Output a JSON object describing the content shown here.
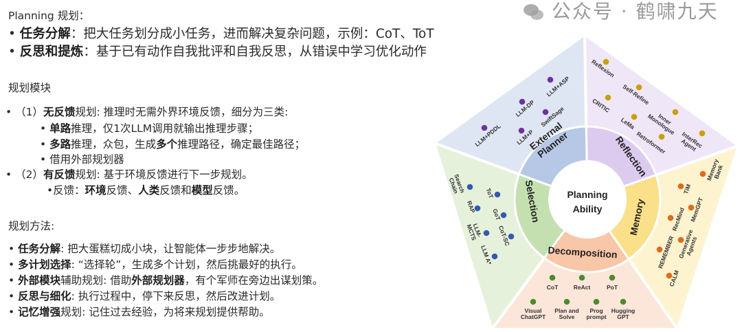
{
  "title": "Planning 规划：",
  "top_bullets": [
    [
      {
        "t": "任务分解",
        "b": true
      },
      {
        "t": "：把大任务划分成小任务，进而解决复杂问题，示例：CoT、ToT"
      }
    ],
    [
      {
        "t": "反思和提炼",
        "b": true
      },
      {
        "t": "：基于已有动作自我批评和自我反思，从错误中学习优化动作"
      }
    ]
  ],
  "modules_heading": "规划模块",
  "modules": [
    [
      {
        "t": "• （1）"
      },
      {
        "t": "无反馈",
        "b": true
      },
      {
        "t": "规划: 推理时无需外界环境反馈，细分为三类:"
      }
    ],
    [
      {
        "t": "•   "
      },
      {
        "t": "单路",
        "b": true
      },
      {
        "t": "推理，仅1次LLM调用就输出推理步骤；"
      }
    ],
    [
      {
        "t": "•   "
      },
      {
        "t": "多路",
        "b": true
      },
      {
        "t": "推理，众包，生成"
      },
      {
        "t": "多个",
        "b": true
      },
      {
        "t": "推理路径，确定最佳路径；"
      }
    ],
    [
      {
        "t": "•   借用外部规划器"
      }
    ],
    [
      {
        "t": "• （2）"
      },
      {
        "t": "有反馈",
        "b": true
      },
      {
        "t": "规划: 基于环境反馈进行下一步规划。"
      }
    ],
    [
      {
        "t": "•反馈："
      },
      {
        "t": "环境",
        "b": true
      },
      {
        "t": "反馈、"
      },
      {
        "t": "人类",
        "b": true
      },
      {
        "t": "反馈和"
      },
      {
        "t": "模型",
        "b": true
      },
      {
        "t": "反馈。"
      }
    ]
  ],
  "methods_heading": "规划方法:",
  "methods": [
    [
      {
        "t": "任务分解",
        "b": true
      },
      {
        "t": ": 把大蛋糕切成小块，让智能体一步步地解决。"
      }
    ],
    [
      {
        "t": "多计划选择",
        "b": true
      },
      {
        "t": ": “选择轮”，生成多个计划，然后挑最好的执行。"
      }
    ],
    [
      {
        "t": "外部模块",
        "b": true
      },
      {
        "t": "辅助规划: 借助"
      },
      {
        "t": "外部规划器",
        "b": true
      },
      {
        "t": "，有个军师在旁边出谋划策。"
      }
    ],
    [
      {
        "t": "反思与细化",
        "b": true
      },
      {
        "t": ": 执行过程中，停下来反思，然后改进计划。"
      }
    ],
    [
      {
        "t": "记忆增强",
        "b": true
      },
      {
        "t": "规划: 记住过去经验，为将来规划提供帮助。"
      }
    ]
  ],
  "diagram": {
    "center": [
      "Planning",
      "Ability"
    ],
    "categories": [
      {
        "name": "External Planner",
        "lines": [
          "External",
          "Planner"
        ],
        "outer": "#efe6f7",
        "ring": "#dccbef",
        "dot": "#7030a0",
        "items": [
          [
            "LLM+ASP"
          ],
          [
            "LLM-DP"
          ],
          [
            "SwiftSage"
          ],
          [
            "LLM+PDDL"
          ],
          [
            "LLM+P"
          ]
        ]
      },
      {
        "name": "Reflection",
        "lines": [
          "Reflection"
        ],
        "outer": "#fdf3cf",
        "ring": "#fbe08a",
        "dot": "#c9a000",
        "items": [
          [
            "Reflexion"
          ],
          [
            "Self-Refine"
          ],
          [
            "CRITIC"
          ],
          [
            "LeMa"
          ],
          [
            "Inner",
            "Monologue"
          ],
          [
            "Retroformer"
          ],
          [
            "InterRec",
            "Agent"
          ]
        ]
      },
      {
        "name": "Memory",
        "lines": [
          "Memory"
        ],
        "outer": "#fce6da",
        "ring": "#f8c7a8",
        "dot": "#e06a1a",
        "items": [
          [
            "Memory",
            "Bank"
          ],
          [
            "TiM"
          ],
          [
            "MemGPT"
          ],
          [
            "RecMind"
          ],
          [
            "Generative",
            "Agents"
          ],
          [
            "REMEMBER"
          ],
          [
            "CALM"
          ]
        ]
      },
      {
        "name": "Decomposition",
        "lines": [
          "Decomposition"
        ],
        "outer": "#e6f1dc",
        "ring": "#c5e0b0",
        "dot": "#4e8a2e",
        "items": [
          [
            "CoT"
          ],
          [
            "ReAct"
          ],
          [
            "PoT"
          ],
          [
            "Visual",
            "ChatGPT"
          ],
          [
            "Plan and",
            "Solve"
          ],
          [
            "Prog",
            "prompt"
          ],
          [
            "Hugging",
            "GPT"
          ]
        ]
      },
      {
        "name": "Selection",
        "lines": [
          "Selection"
        ],
        "outer": "#dfe6f3",
        "ring": "#b6c8e6",
        "dot": "#2f5bb0",
        "items": [
          [
            "Search",
            "Chain"
          ],
          [
            "ToT"
          ],
          [
            "RAP"
          ],
          [
            "GoT"
          ],
          [
            "LLM-",
            "MCTS"
          ],
          [
            "CoT-SC"
          ],
          [
            "LLM A*"
          ]
        ]
      }
    ]
  },
  "watermark": "公众号 · 鹤啸九天"
}
